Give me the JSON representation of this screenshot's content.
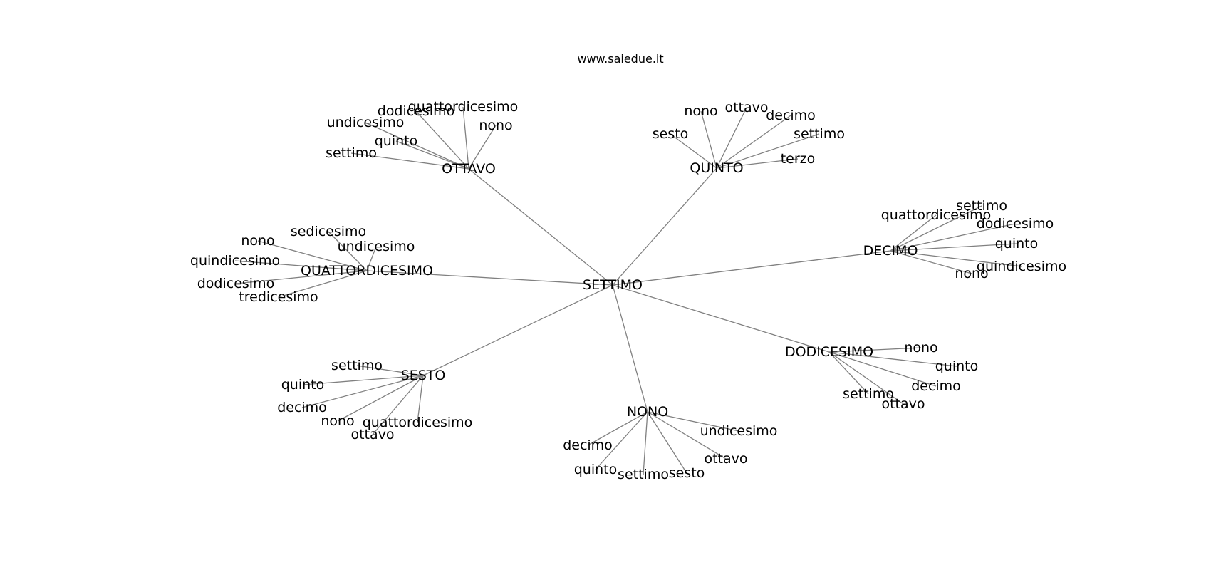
{
  "title": "www.saiedue.it",
  "colors": {
    "edge": "#808080",
    "text": "#000000",
    "background": "#ffffff"
  },
  "root": {
    "label": "SETTIMO"
  },
  "clusters": [
    {
      "label": "OTTAVO",
      "children": [
        "quattordicesimo",
        "dodicesimo",
        "undicesimo",
        "nono",
        "quinto",
        "settimo"
      ]
    },
    {
      "label": "QUINTO",
      "children": [
        "ottavo",
        "nono",
        "decimo",
        "sesto",
        "settimo",
        "terzo"
      ]
    },
    {
      "label": "QUATTORDICESIMO",
      "children": [
        "sedicesimo",
        "nono",
        "undicesimo",
        "quindicesimo",
        "dodicesimo",
        "tredicesimo"
      ]
    },
    {
      "label": "DECIMO",
      "children": [
        "settimo",
        "quattordicesimo",
        "dodicesimo",
        "quinto",
        "quindicesimo",
        "nono"
      ]
    },
    {
      "label": "DODICESIMO",
      "children": [
        "nono",
        "quinto",
        "decimo",
        "settimo",
        "ottavo"
      ]
    },
    {
      "label": "SESTO",
      "children": [
        "settimo",
        "quinto",
        "decimo",
        "nono",
        "quattordicesimo",
        "ottavo"
      ]
    },
    {
      "label": "NONO",
      "children": [
        "undicesimo",
        "decimo",
        "ottavo",
        "quinto",
        "settimo",
        "sesto"
      ]
    }
  ]
}
